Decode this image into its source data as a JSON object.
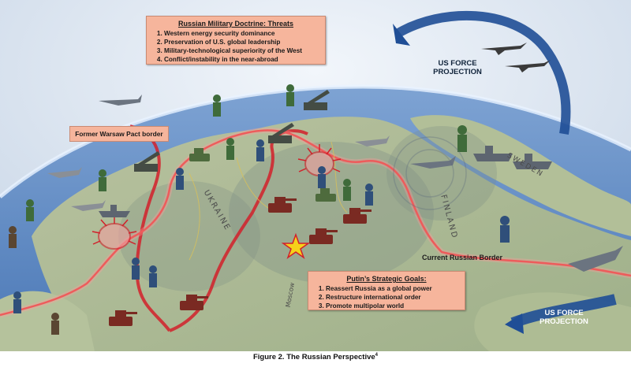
{
  "threats_box": {
    "title": "Russian Military Doctrine: Threats",
    "items": [
      "Western energy security dominance",
      "Preservation of U.S. global leadership",
      "Military-technological superiority of the West",
      "Conflict/instability in the near-abroad"
    ]
  },
  "goals_box": {
    "title": "Putin’s Strategic Goals:",
    "items": [
      "Reassert Russia as a global power",
      "Restructure international order",
      "Promote multipolar world"
    ]
  },
  "labels": {
    "warsaw_border": "Former Warsaw Pact border",
    "us_force_projection_top": "US FORCE PROJECTION",
    "us_force_projection_bottom": "US FORCE PROJECTION",
    "current_border": "Current Russian Border",
    "ukraine": "UKRAINE",
    "finland": "FINLAND",
    "sweden": "SWEDEN",
    "moscow": "Moscow"
  },
  "caption": {
    "text": "Figure 2. The Russian Perspective",
    "footnote": "4"
  },
  "colors": {
    "sea": "#5b86c2",
    "land": "#a9b992",
    "border_red": "#d2202a",
    "boxes": "#f6b59c",
    "arrow_blue": "#1f4e96"
  }
}
